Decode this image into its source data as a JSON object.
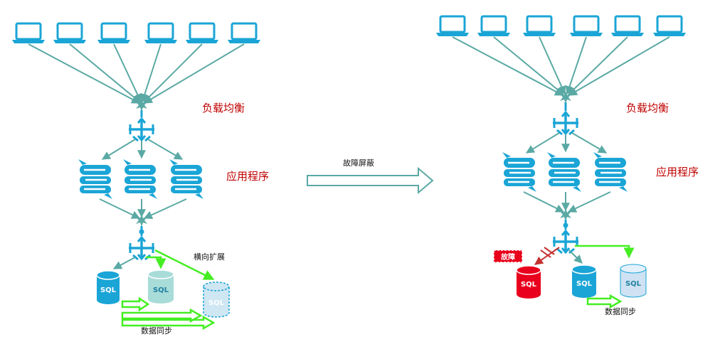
{
  "colors": {
    "primary": "#1aa5d6",
    "link": "#5aa9a4",
    "sync": "#44ee22",
    "fault": "#e8001c",
    "label_red": "#c00000"
  },
  "icons": {
    "client": "laptop-icon",
    "balancer": "load-balancer-icon",
    "router": "router-icon",
    "app": "application-server-icon",
    "db": "database-icon"
  },
  "left": {
    "label_lb": "负载均衡",
    "label_app": "应用程序",
    "label_scale": "横向扩展",
    "label_sync": "数据同步",
    "db_labels": [
      "SQL",
      "SQL",
      "SQL"
    ]
  },
  "arrow": {
    "label": "故障屏蔽"
  },
  "right": {
    "label_lb": "负载均衡",
    "label_app": "应用程序",
    "label_sync": "数据同步",
    "fault_badge": "故障",
    "db_labels": [
      "SQL",
      "SQL",
      "SQL"
    ]
  }
}
